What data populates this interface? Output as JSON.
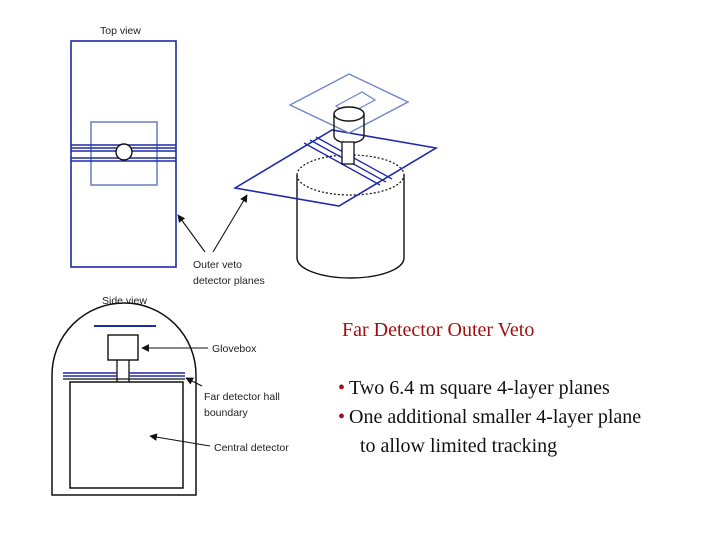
{
  "colors": {
    "veto_blue": "#1f2aa8",
    "light_blue": "#6f86c8",
    "text_red": "#a01010",
    "line_black": "#111111"
  },
  "labels": {
    "top_view": "Top view",
    "outer_veto_1": "Outer veto",
    "outer_veto_2": "detector planes",
    "side_view": "Side view",
    "glovebox": "Glovebox",
    "hall_1": "Far detector hall",
    "hall_2": "boundary",
    "central": "Central detector"
  },
  "title": "Far Detector Outer Veto",
  "bullets": {
    "b1": "Two 6.4 m square 4-layer planes",
    "b2": "One additional smaller 4-layer plane",
    "b2_cont": "to allow limited tracking"
  }
}
